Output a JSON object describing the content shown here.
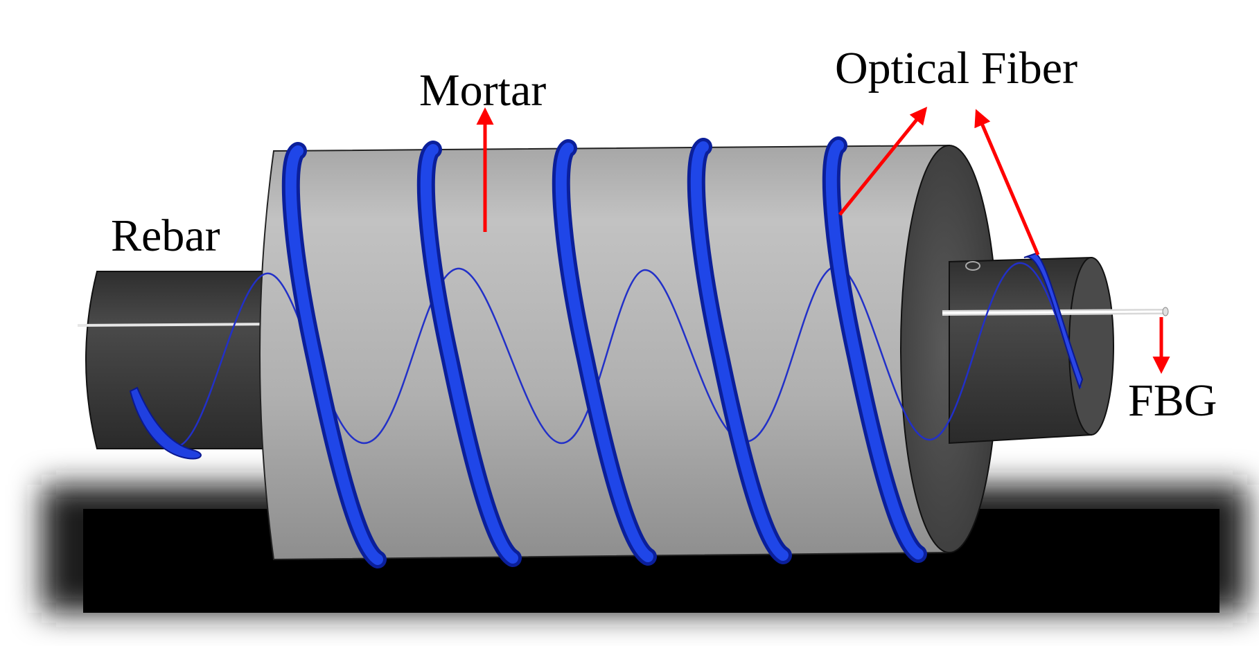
{
  "labels": {
    "mortar": "Mortar",
    "optical_fiber": "Optical Fiber",
    "rebar": "Rebar",
    "fbg": "FBG"
  },
  "colors": {
    "mortar_body": "#b4b4b4",
    "rebar_body": "#3e3e3e",
    "fiber_winding": "#1a3fe0",
    "arrow": "#ff0000",
    "shadow": "#000000"
  },
  "winding_count": 5
}
